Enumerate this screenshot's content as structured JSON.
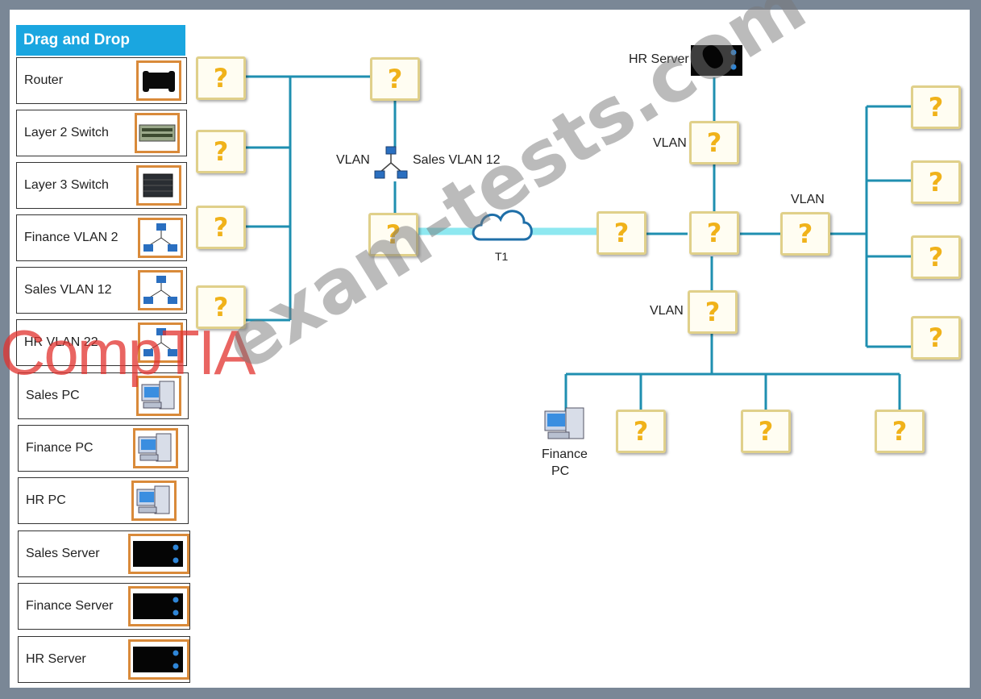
{
  "palette": {
    "title": "Drag and Drop",
    "items": [
      {
        "label": "Router",
        "icon": "router-icon"
      },
      {
        "label": "Layer 2 Switch",
        "icon": "layer2-switch-icon"
      },
      {
        "label": "Layer 3 Switch",
        "icon": "layer3-switch-icon"
      },
      {
        "label": "Finance VLAN 2",
        "icon": "vlan-network-icon"
      },
      {
        "label": "Sales VLAN 12",
        "icon": "vlan-network-icon"
      },
      {
        "label": "HR VLAN 22",
        "icon": "vlan-network-icon"
      },
      {
        "label": "Sales PC",
        "icon": "desktop-pc-icon"
      },
      {
        "label": "Finance PC",
        "icon": "desktop-pc-icon"
      },
      {
        "label": "HR PC",
        "icon": "desktop-pc-icon"
      },
      {
        "label": "Sales Server",
        "icon": "server-icon"
      },
      {
        "label": "Finance Server",
        "icon": "server-icon"
      },
      {
        "label": "HR Server",
        "icon": "server-icon"
      }
    ]
  },
  "placeholder_symbol": "?",
  "diagram": {
    "labels": {
      "vlan_left": "VLAN",
      "sales_vlan": "Sales VLAN 12",
      "t1": "T1",
      "hr_server": "HR Server",
      "vlan_top": "VLAN",
      "vlan_right": "VLAN",
      "vlan_bottom": "VLAN",
      "finance_pc_line1": "Finance",
      "finance_pc_line2": "PC"
    }
  },
  "branding": {
    "logo_text": "CompTIA",
    "watermark_text": "exam-tests.com"
  },
  "colors": {
    "header": "#1aa6e0",
    "link": "#1f8fb0",
    "t1_link": "#8ee8f0",
    "placeholder": "#f0b21a",
    "icon_border": "#d98a3a",
    "logo": "#e2322e"
  }
}
